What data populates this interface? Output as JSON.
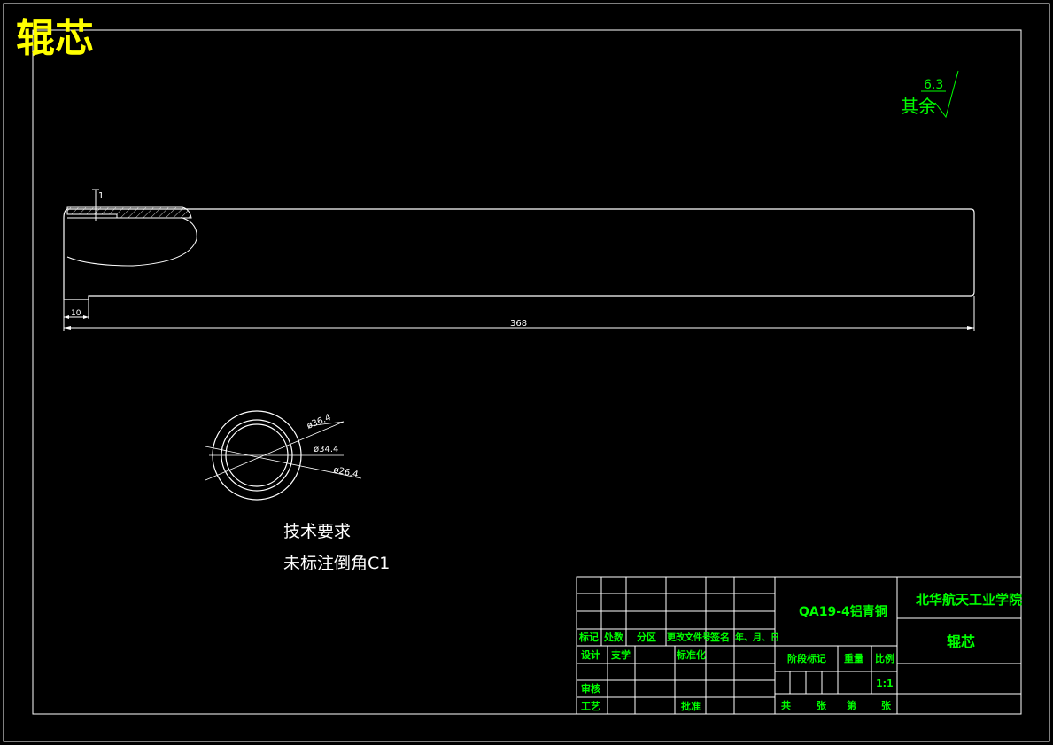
{
  "title": "辊芯",
  "roughness": {
    "value": "6.3",
    "label": "其余"
  },
  "dimensions": {
    "step_width": "1",
    "left_offset": "10",
    "total_length": "368",
    "diameter_outer": "ø36.4",
    "diameter_mid": "ø34.4",
    "diameter_inner": "ø26.4"
  },
  "technical_requirements": {
    "heading": "技术要求",
    "item": "未标注倒角C1"
  },
  "title_block": {
    "material": "QA19-4铝青铜",
    "school": "北华航天工业学院",
    "part_name": "辊芯",
    "scale": "1:1",
    "headers": [
      "标记",
      "处数",
      "分区",
      "更改文件号",
      "签名",
      "年、月、日"
    ],
    "design_label": "设计",
    "designer": "支学",
    "standardization_label": "标准化",
    "review_label": "审核",
    "process_label": "工艺",
    "approve_label": "批准",
    "stage_mark_label": "阶段标记",
    "weight_label": "重量",
    "scale_label": "比例",
    "sheet_total": "共",
    "sheet_unit": "张",
    "sheet_index": "第",
    "sheet_unit2": "张"
  },
  "colors": {
    "background": "#000000",
    "line": "#ffffff",
    "title": "#ffff00",
    "annotation": "#00ff00"
  }
}
